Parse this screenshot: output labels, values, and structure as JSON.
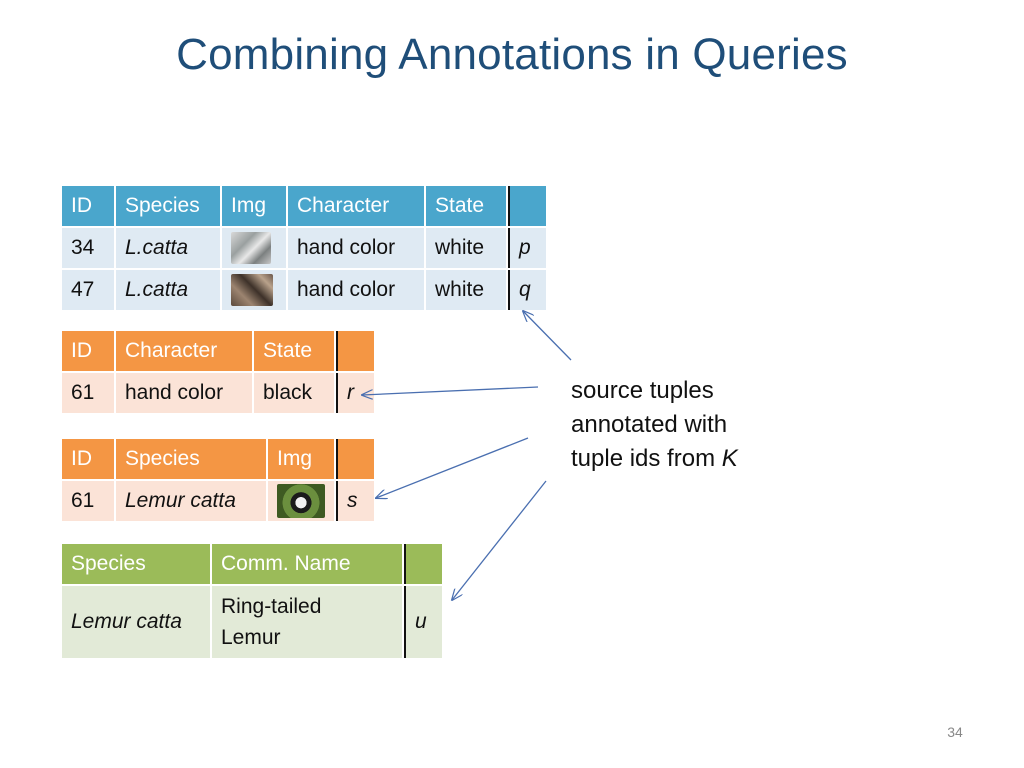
{
  "slide": {
    "title": "Combining Annotations in Queries",
    "page_number": "34"
  },
  "table1": {
    "headers": [
      "ID",
      "Species",
      "Img",
      "Character",
      "State",
      ""
    ],
    "rows": [
      {
        "id": "34",
        "species": "L.catta",
        "character": "hand color",
        "state": "white",
        "annotation": "p"
      },
      {
        "id": "47",
        "species": "L.catta",
        "character": "hand color",
        "state": "white",
        "annotation": "q"
      }
    ]
  },
  "table2": {
    "headers": [
      "ID",
      "Character",
      "State",
      ""
    ],
    "rows": [
      {
        "id": "61",
        "character": "hand color",
        "state": "black",
        "annotation": "r"
      }
    ]
  },
  "table3": {
    "headers": [
      "ID",
      "Species",
      "Img",
      ""
    ],
    "rows": [
      {
        "id": "61",
        "species": "Lemur catta",
        "annotation": "s"
      }
    ]
  },
  "table4": {
    "headers": [
      "Species",
      "Comm. Name",
      ""
    ],
    "rows": [
      {
        "species": "Lemur catta",
        "comm_name_line1": "Ring-tailed",
        "comm_name_line2": "Lemur",
        "annotation": "u"
      }
    ]
  },
  "callout": {
    "line1": "source tuples",
    "line2": "annotated with",
    "line3_prefix": "tuple ids from ",
    "line3_var": "K"
  },
  "colors": {
    "title": "#1f4e79",
    "blue_header": "#4aa6cc",
    "orange_header": "#f49644",
    "green_header": "#9bbb59",
    "arrow": "#4a6fb0"
  }
}
